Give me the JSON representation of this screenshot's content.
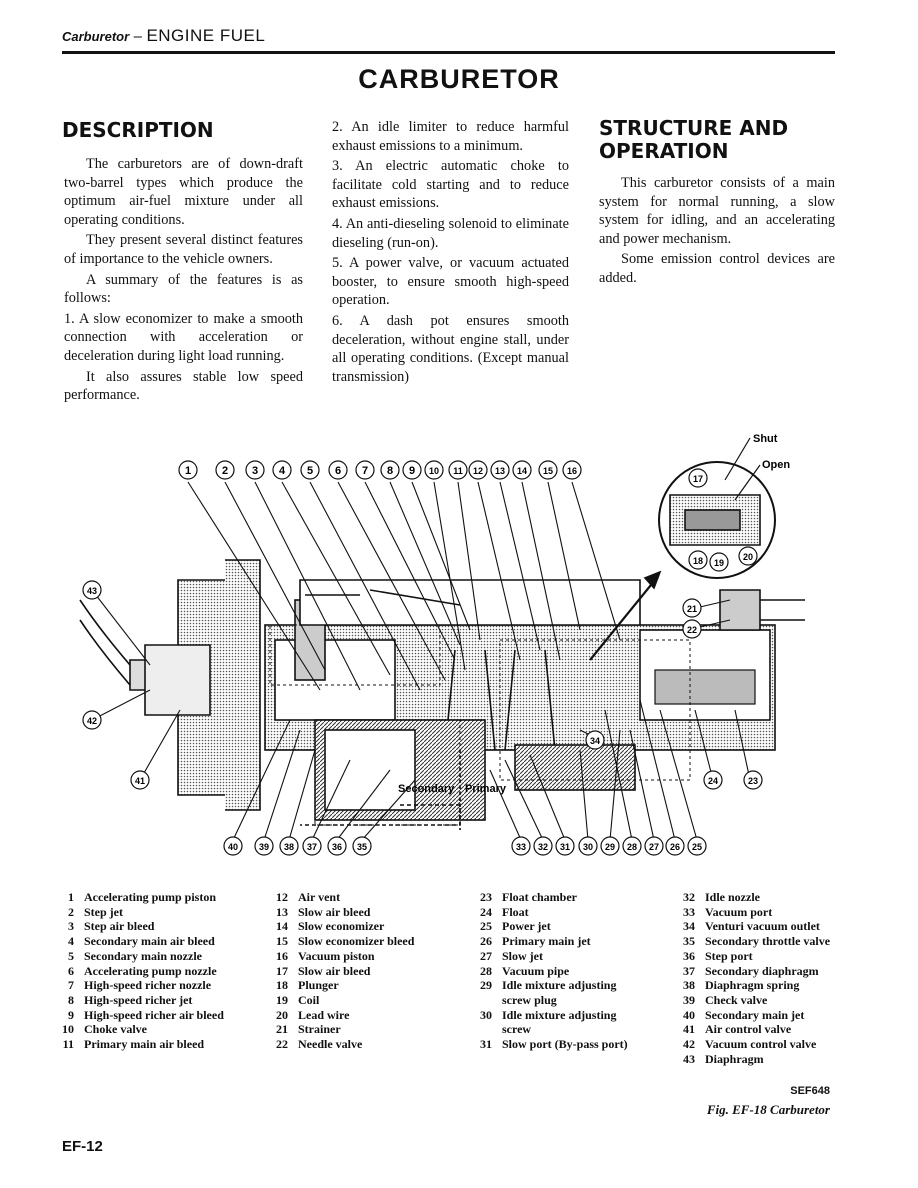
{
  "header": {
    "section": "Carburetor",
    "dash": "–",
    "chapter": "ENGINE FUEL"
  },
  "title": "CARBURETOR",
  "description": {
    "heading": "DESCRIPTION",
    "p1": "The carburetors are of down-draft two-barrel types which produce the optimum air-fuel mixture under all operating conditions.",
    "p2": "They present several distinct features of importance to the vehicle owners.",
    "p3": "A summary of the features is as follows:",
    "p4": "1. A slow economizer to make a smooth connection with acceleration or deceleration during light load running.",
    "p5": "It also assures stable low speed performance."
  },
  "features": {
    "f2": "2. An idle limiter to reduce harmful exhaust emissions to a minimum.",
    "f3": "3. An electric automatic choke to facilitate cold starting and to reduce exhaust emissions.",
    "f4": "4. An anti-dieseling solenoid to eliminate dieseling (run-on).",
    "f5": "5. A power valve, or vacuum actuated booster, to ensure smooth high-speed operation.",
    "f6": "6. A dash pot ensures smooth deceleration, without engine stall, under all operating conditions. (Except manual transmission)"
  },
  "structure": {
    "heading_line1": "STRUCTURE AND",
    "heading_line2": "OPERATION",
    "p1": "This carburetor consists of a main system for normal running, a slow system for idling, and an accelerating and power mechanism.",
    "p2": "Some emission control devices are added."
  },
  "diagram_labels": {
    "shut": "Shut",
    "open": "Open",
    "secondary": "Secondary",
    "primary": "Primary"
  },
  "callouts": {
    "c1": "1",
    "c2": "2",
    "c3": "3",
    "c4": "4",
    "c5": "5",
    "c6": "6",
    "c7": "7",
    "c8": "8",
    "c9": "9",
    "c10": "10",
    "c11": "11",
    "c12": "12",
    "c13": "13",
    "c14": "14",
    "c15": "15",
    "c16": "16",
    "c17": "17",
    "c18": "18",
    "c19": "19",
    "c20": "20",
    "c21": "21",
    "c22": "22",
    "c23": "23",
    "c24": "24",
    "c25": "25",
    "c26": "26",
    "c27": "27",
    "c28": "28",
    "c29": "29",
    "c30": "30",
    "c31": "31",
    "c32": "32",
    "c33": "33",
    "c34": "34",
    "c35": "35",
    "c36": "36",
    "c37": "37",
    "c38": "38",
    "c39": "39",
    "c40": "40",
    "c41": "41",
    "c42": "42",
    "c43": "43"
  },
  "legend": {
    "col1": [
      {
        "n": "1",
        "t": "Accelerating pump piston"
      },
      {
        "n": "2",
        "t": "Step jet"
      },
      {
        "n": "3",
        "t": "Step air bleed"
      },
      {
        "n": "4",
        "t": "Secondary main air bleed"
      },
      {
        "n": "5",
        "t": "Secondary main nozzle"
      },
      {
        "n": "6",
        "t": "Accelerating pump nozzle"
      },
      {
        "n": "7",
        "t": "High-speed richer nozzle"
      },
      {
        "n": "8",
        "t": "High-speed richer jet"
      },
      {
        "n": "9",
        "t": "High-speed richer air bleed"
      },
      {
        "n": "10",
        "t": "Choke valve"
      },
      {
        "n": "11",
        "t": "Primary main air bleed"
      }
    ],
    "col2": [
      {
        "n": "12",
        "t": "Air vent"
      },
      {
        "n": "13",
        "t": "Slow air bleed"
      },
      {
        "n": "14",
        "t": "Slow economizer"
      },
      {
        "n": "15",
        "t": "Slow economizer bleed"
      },
      {
        "n": "16",
        "t": "Vacuum piston"
      },
      {
        "n": "17",
        "t": "Slow air bleed"
      },
      {
        "n": "18",
        "t": "Plunger"
      },
      {
        "n": "19",
        "t": "Coil"
      },
      {
        "n": "20",
        "t": "Lead wire"
      },
      {
        "n": "21",
        "t": "Strainer"
      },
      {
        "n": "22",
        "t": "Needle valve"
      }
    ],
    "col3": [
      {
        "n": "23",
        "t": "Float chamber"
      },
      {
        "n": "24",
        "t": "Float"
      },
      {
        "n": "25",
        "t": "Power jet"
      },
      {
        "n": "26",
        "t": "Primary main jet"
      },
      {
        "n": "27",
        "t": "Slow jet"
      },
      {
        "n": "28",
        "t": "Vacuum pipe"
      },
      {
        "n": "29",
        "t": "Idle mixture adjusting"
      },
      {
        "n": "",
        "t": "screw plug"
      },
      {
        "n": "30",
        "t": "Idle mixture adjusting"
      },
      {
        "n": "",
        "t": "screw"
      },
      {
        "n": "31",
        "t": "Slow port (By-pass port)"
      }
    ],
    "col4": [
      {
        "n": "32",
        "t": "Idle nozzle"
      },
      {
        "n": "33",
        "t": "Vacuum port"
      },
      {
        "n": "34",
        "t": "Venturi vacuum outlet"
      },
      {
        "n": "35",
        "t": "Secondary throttle valve"
      },
      {
        "n": "36",
        "t": "Step port"
      },
      {
        "n": "37",
        "t": "Secondary diaphragm"
      },
      {
        "n": "38",
        "t": "Diaphragm spring"
      },
      {
        "n": "39",
        "t": "Check valve"
      },
      {
        "n": "40",
        "t": "Secondary main jet"
      },
      {
        "n": "41",
        "t": "Air control valve"
      },
      {
        "n": "42",
        "t": "Vacuum control valve"
      },
      {
        "n": "43",
        "t": "Diaphragm"
      }
    ]
  },
  "figure": {
    "code": "SEF648",
    "caption": "Fig. EF-18  Carburetor"
  },
  "page_number": "EF-12"
}
